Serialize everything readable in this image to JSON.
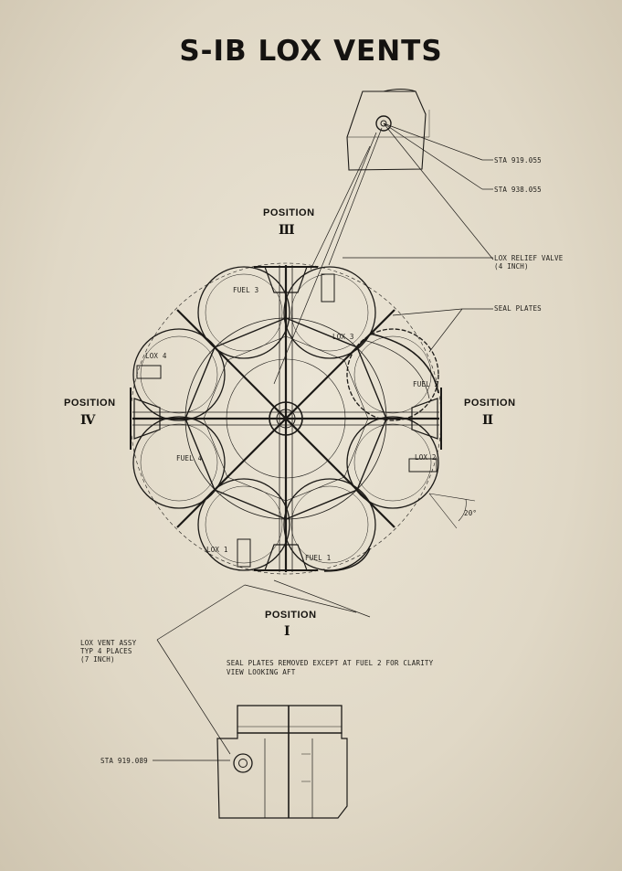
{
  "title": "S-IB LOX VENTS",
  "positions": {
    "top": {
      "label": "POSITION",
      "numeral": "III"
    },
    "right": {
      "label": "POSITION",
      "numeral": "II"
    },
    "bottom": {
      "label": "POSITION",
      "numeral": "I"
    },
    "left": {
      "label": "POSITION",
      "numeral": "IV"
    }
  },
  "callouts": {
    "sta_919_055": "STA 919.055",
    "sta_938_055": "STA 938.055",
    "lox_relief_valve": "LOX RELIEF VALVE",
    "lox_relief_valve_size": "(4 INCH)",
    "seal_plates": "SEAL PLATES",
    "angle": "20°",
    "lox_vent_assy_1": "LOX VENT ASSY",
    "lox_vent_assy_2": "TYP 4 PLACES",
    "lox_vent_assy_3": "(7 INCH)",
    "sta_919_089": "STA 919.089"
  },
  "tanks": {
    "fuel3": "FUEL 3",
    "lox3": "LOX 3",
    "lox4": "LOX 4",
    "fuel2": "FUEL 2",
    "fuel4": "FUEL 4",
    "lox2": "LOX 2",
    "lox1": "LOX 1",
    "fuel1": "FUEL 1"
  },
  "notes": {
    "line1": "SEAL PLATES REMOVED EXCEPT AT FUEL 2 FOR CLARITY",
    "line2": "VIEW LOOKING AFT"
  },
  "colors": {
    "ink": "#1c1a17",
    "paper": "#e3dccb"
  }
}
